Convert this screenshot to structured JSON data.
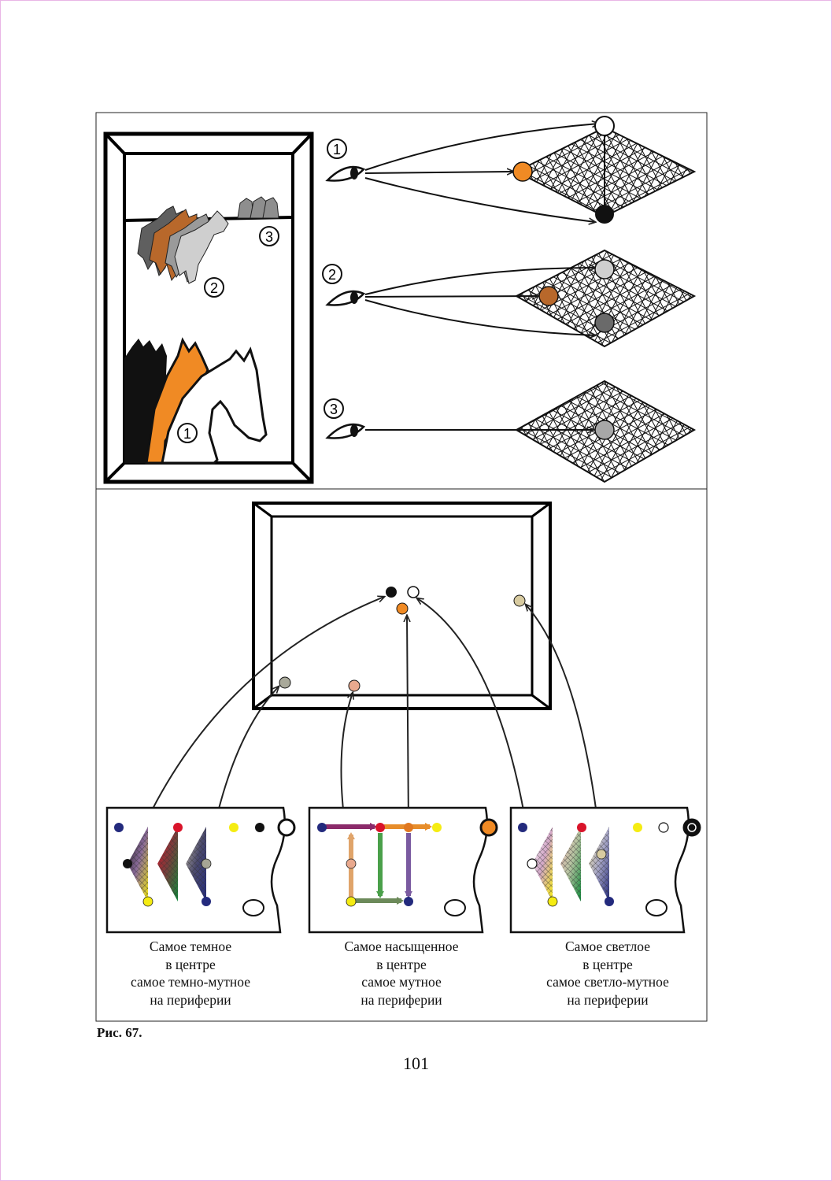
{
  "markers": {
    "m1": "1",
    "m2": "2",
    "m3": "3"
  },
  "captions": [
    {
      "lines": [
        "Самое темное",
        "в центре",
        "самое темно-мутное",
        "на периферии"
      ]
    },
    {
      "lines": [
        "Самое насыщенное",
        "в центре",
        "самое мутное",
        "на периферии"
      ]
    },
    {
      "lines": [
        "Самое светлое",
        "в центре",
        "самое светло-мутное",
        "на периферии"
      ]
    }
  ],
  "figure_label": "Рис. 67.",
  "page_number": "101",
  "colors": {
    "orange": "#f08a24",
    "brown": "#b8682b",
    "dark_gray": "#5f5f5f",
    "mid_gray": "#8e8e8e",
    "light_gray": "#cfcfcf",
    "navy": "#232a7d",
    "red": "#d9142a",
    "yellow": "#f5ec12",
    "page_border": "#e9b6e6"
  }
}
